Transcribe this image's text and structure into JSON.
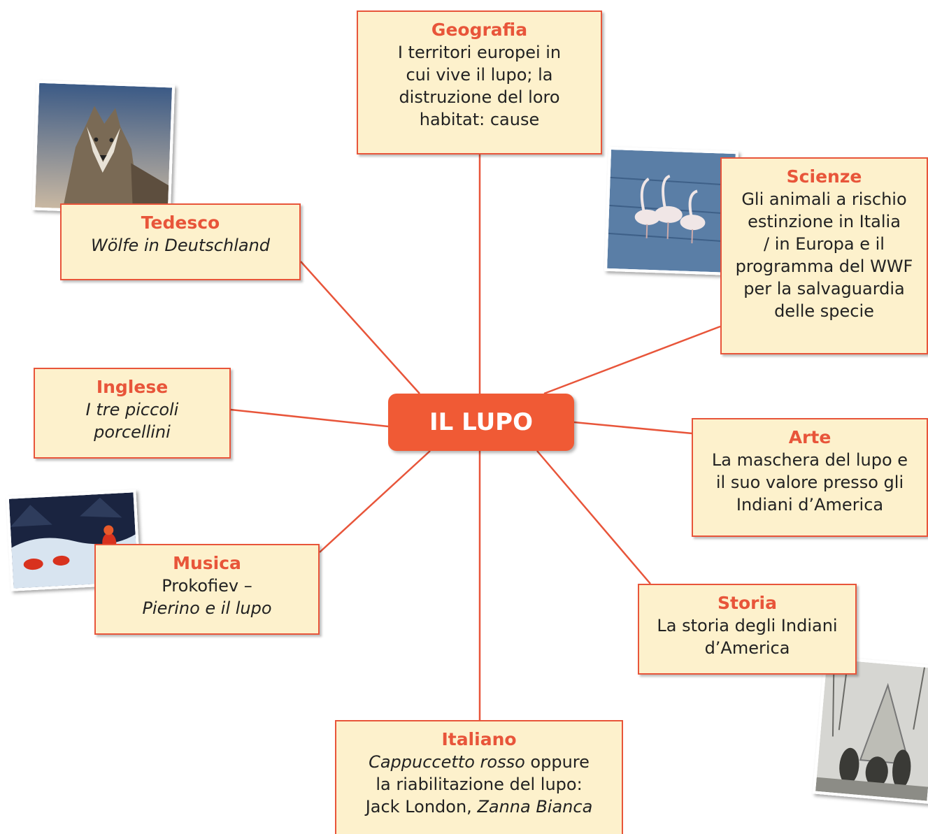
{
  "center": {
    "label": "IL LUPO"
  },
  "colors": {
    "accent": "#e8553a",
    "box_fill": "#fdf1cc",
    "center_fill": "#f05a35"
  },
  "nodes": {
    "geografia": {
      "title": "Geografia",
      "lines": [
        "I territori europei in",
        "cui vive il lupo; la",
        "distruzione del loro",
        "habitat: cause"
      ]
    },
    "scienze": {
      "title": "Scienze",
      "lines": [
        "Gli animali a rischio",
        "estinzione in Italia",
        "/ in Europa e il",
        "programma del WWF",
        "per la salvaguardia",
        "delle specie"
      ]
    },
    "tedesco": {
      "title": "Tedesco",
      "lines": [
        "Wölfe in Deutschland"
      ]
    },
    "inglese": {
      "title": "Inglese",
      "lines": [
        "I tre piccoli",
        "porcellini"
      ]
    },
    "arte": {
      "title": "Arte",
      "lines": [
        "La maschera del lupo e",
        "il suo valore presso gli",
        "Indiani d’America"
      ]
    },
    "musica": {
      "title": "Musica",
      "line1": "Prokofiev –",
      "line2": "Pierino e il lupo"
    },
    "storia": {
      "title": "Storia",
      "lines": [
        "La storia degli Indiani",
        "d’America"
      ]
    },
    "italiano": {
      "title": "Italiano",
      "line1_italic": "Cappuccetto rosso",
      "line1_rest": " oppure",
      "line2": "la riabilitazione del lupo:",
      "line3_plain": "Jack London, ",
      "line3_italic": "Zanna Bianca"
    }
  },
  "images": [
    "wolf-photo",
    "flamingos-photo",
    "peter-and-the-wolf-photo",
    "native-americans-photo"
  ]
}
